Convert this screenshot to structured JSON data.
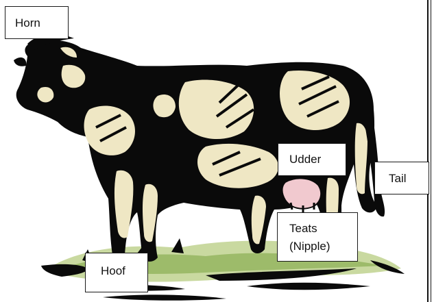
{
  "labels": {
    "horn": "Horn",
    "udder": "Udder",
    "tail": "Tail",
    "teats_line1": "Teats",
    "teats_line2": "(Nipple)",
    "hoof": "Hoof"
  },
  "colors": {
    "ink": "#0a0a0a",
    "hide": "#efe7c4",
    "udder": "#f1c9cf",
    "grass": "#9dbb6a",
    "grass_light": "#c9d9a0",
    "label_border": "#1a1a1a"
  }
}
